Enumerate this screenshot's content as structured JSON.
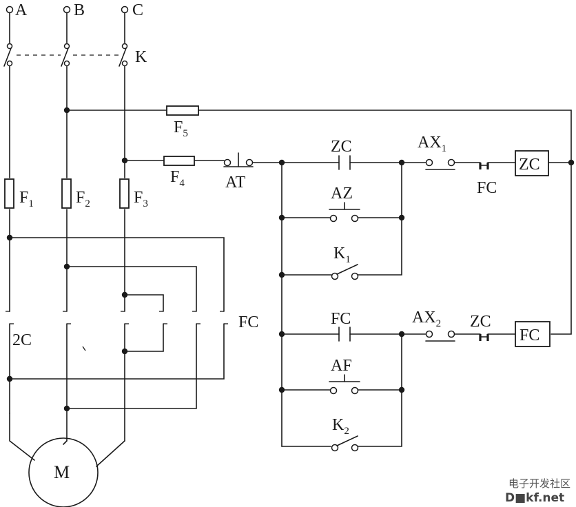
{
  "phases": {
    "a": "A",
    "b": "B",
    "c": "C"
  },
  "switch_label": "K",
  "fuses": {
    "f1": {
      "main": "F",
      "sub": "1"
    },
    "f2": {
      "main": "F",
      "sub": "2"
    },
    "f3": {
      "main": "F",
      "sub": "3"
    },
    "f4": {
      "main": "F",
      "sub": "4"
    },
    "f5": {
      "main": "F",
      "sub": "5"
    }
  },
  "contactor_labels": {
    "zc_main": "2C",
    "fc_main": "FC"
  },
  "motor_label": "M",
  "control": {
    "stop_button": "AT",
    "zc_hold_contact": "ZC",
    "az_button": "AZ",
    "k1_contact": {
      "main": "K",
      "sub": "1"
    },
    "ax1": {
      "main": "AX",
      "sub": "1"
    },
    "fc_interlock": "FC",
    "zc_coil": "ZC",
    "fc_hold_contact": "FC",
    "af_button": "AF",
    "k2_contact": {
      "main": "K",
      "sub": "2"
    },
    "ax2": {
      "main": "AX",
      "sub": "2"
    },
    "zc_interlock": "ZC",
    "fc_coil": "FC"
  },
  "watermark": {
    "line1": "电子开发社区",
    "line2": "D■kf.net"
  }
}
